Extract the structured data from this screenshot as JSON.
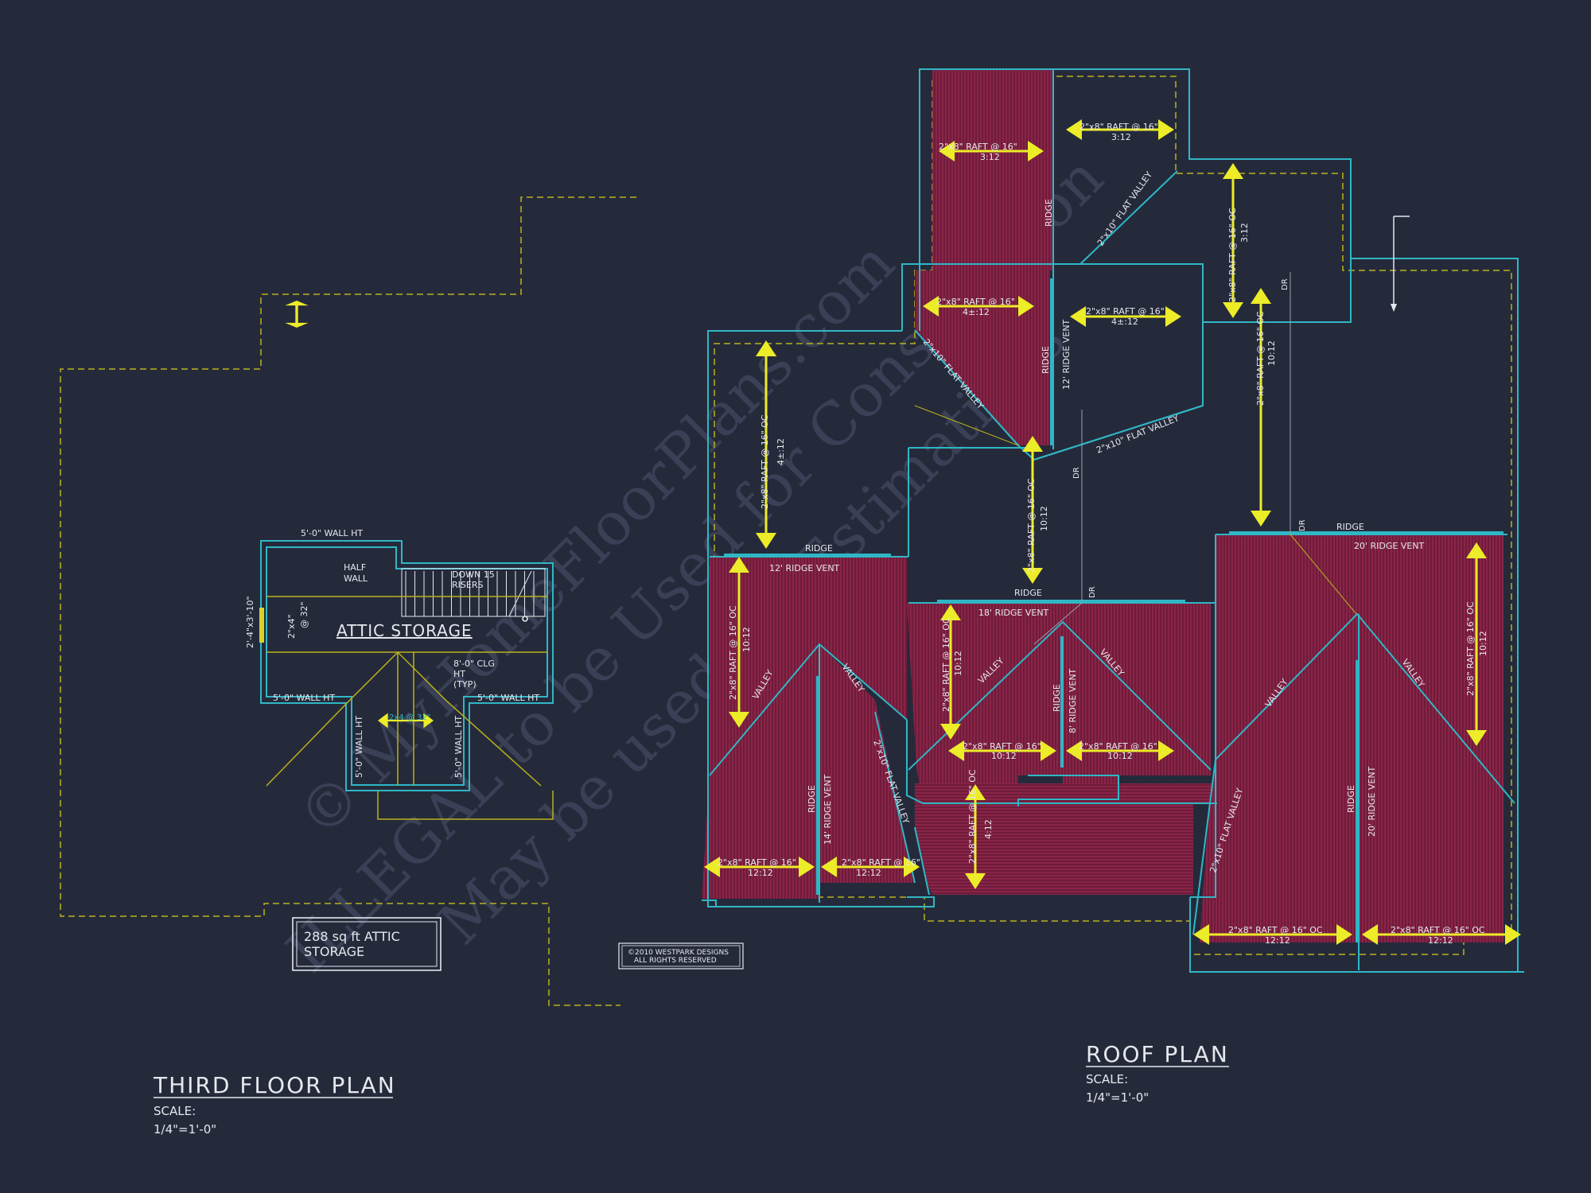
{
  "watermark": {
    "line1": "© MyHomeFloorPlans.com",
    "line2": "ILLEGAL to be Used for Construction",
    "line3": "May be used for Estimations"
  },
  "third_floor": {
    "title": "THIRD FLOOR PLAN",
    "scale_label": "SCALE:",
    "scale_value": "1/4\"=1'-0\"",
    "room": "ATTIC STORAGE",
    "area_box_line1": "288 sq ft ATTIC",
    "area_box_line2": "STORAGE",
    "wall_ht_top": "5'-0\" WALL HT",
    "wall_ht_bl": "5'-0\" WALL HT",
    "wall_ht_br": "5'-0\" WALL HT",
    "wall_ht_v1": "5'-0\" WALL HT",
    "wall_ht_v2": "5'-0\" WALL HT",
    "half_wall_1": "HALF",
    "half_wall_2": "WALL",
    "down_risers_1": "DOWN 15",
    "down_risers_2": "RISERS",
    "clg_1": "8'-0\" CLG",
    "clg_2": "HT",
    "clg_3": "(TYP)",
    "window": "2'-4\"x3'-10\"",
    "joist_1": "2\"x4\"",
    "joist_2": "@ 32\"",
    "joist_3": "2x4 @ 32\""
  },
  "copyright": {
    "line1": "©2010 WESTPARK DESIGNS",
    "line2": "ALL RIGHTS RESERVED"
  },
  "roof_plan": {
    "title": "ROOF PLAN",
    "scale_label": "SCALE:",
    "scale_value": "1/4\"=1'-0\"",
    "labels": {
      "raft_top_l": "2\"x8\" RAFT @ 16\"",
      "pitch_top_l": "3:12",
      "raft_top_r": "2\"x8\" RAFT @ 16\"",
      "pitch_top_r": "3:12",
      "raft_mid_l": "2\"x8\" RAFT @ 16\"",
      "pitch_mid_l": "4±:12",
      "raft_mid_r": "2\"x8\" RAFT @ 16\"",
      "pitch_mid_r": "4±:12",
      "ridge_top": "RIDGE",
      "flat_valley_1": "2\"x10\" FLAT VALLEY",
      "flat_valley_2": "2\"x10\" FLAT VALLEY",
      "flat_valley_3": "2\"x10\" FLAT VALLEY",
      "flat_valley_4": "2\"x10\" FLAT VALLEY",
      "flat_valley_5": "2\"x10\" FLAT VALLEY",
      "ridge_vent_12v": "12' RIDGE VENT",
      "ridge_mid": "RIDGE",
      "raft_oc_east": "2\"x8\" RAFT @ 16\" OC",
      "pitch_oc_east": "3:12",
      "raft_oc_dr": "2\"x8\" RAFT @ 16\" OC",
      "pitch_oc_dr": "10:12",
      "dr_1": "DR",
      "dr_2": "DR",
      "dr_3": "DR",
      "dr_4": "DR",
      "raft_oc_west": "2\"x8\" RAFT @ 16\" OC",
      "pitch_oc_west": "4±:12",
      "raft_oc_center": "2\"x8\" RAFT @ 16\" OC",
      "pitch_oc_center": "10:12",
      "ridge_w": "RIDGE",
      "ridge_vent_12": "12' RIDGE VENT",
      "ridge_c": "RIDGE",
      "ridge_vent_18": "18' RIDGE VENT",
      "ridge_e": "RIDGE",
      "ridge_vent_20": "20' RIDGE VENT",
      "raft_w_v": "2\"x8\" RAFT @ 16\" OC",
      "pitch_w_v": "10:12",
      "raft_c_v": "2\"x8\" RAFT @ 16\" OC",
      "pitch_c_v": "10:12",
      "raft_e_v": "2\"x8\" RAFT @ 16\" OC",
      "pitch_e_v": "10:12",
      "valley_1": "VALLEY",
      "valley_2": "VALLEY",
      "valley_3": "VALLEY",
      "valley_4": "VALLEY",
      "valley_5": "VALLEY",
      "valley_6": "VALLEY",
      "ridge_vent_14_ridge": "RIDGE",
      "ridge_vent_14": "14' RIDGE VENT",
      "ridge_vent_8_ridge": "RIDGE",
      "ridge_vent_8": "8' RIDGE VENT",
      "ridge_vent_20b_ridge": "RIDGE",
      "ridge_vent_20b": "20' RIDGE VENT",
      "raft_c_l": "2\"x8\" RAFT @ 16\"",
      "pitch_c_l": "10:12",
      "raft_c_r": "2\"x8\" RAFT @ 16\"",
      "pitch_c_r": "10:12",
      "raft_sw_l": "2\"x8\" RAFT @ 16\"",
      "pitch_sw_l": "12:12",
      "raft_sw_r": "2\"x8\" RAFT @ 16\"",
      "pitch_sw_r": "12:12",
      "raft_s_v": "2\"x8\" RAFT @ 16\" OC",
      "pitch_s_v": "4:12",
      "raft_se_l": "2\"x8\" RAFT @ 16\" OC",
      "pitch_se_l": "12:12",
      "raft_se_r": "2\"x8\" RAFT @ 16\" OC",
      "pitch_se_r": "12:12"
    }
  },
  "colors": {
    "background": "#252a3b",
    "outline_cyan": "#2fb7c5",
    "dashed_yellow": "#b9b21c",
    "arrow_yellow": "#ecec28",
    "roof_red": "#7d1f3f"
  }
}
